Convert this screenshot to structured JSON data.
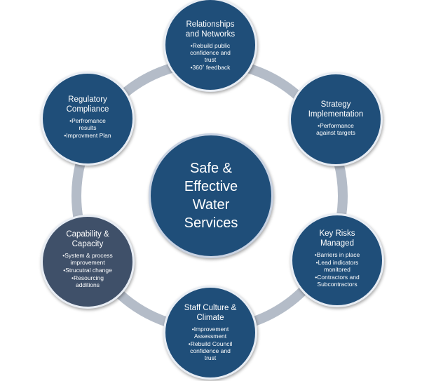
{
  "center": {
    "title": "Safe &\nEffective\nWater\nServices"
  },
  "nodes": [
    {
      "title": "Relationships\nand Networks",
      "bullets": [
        "Rebuild public\nconfidence and\ntrust",
        "360˚ feedback"
      ]
    },
    {
      "title": "Strategy\nImplementation",
      "bullets": [
        "Performance\nagainst targets"
      ]
    },
    {
      "title": "Key Risks\nManaged",
      "bullets": [
        "Barriers in place",
        "Lead indicators\nmonitored",
        "Contractors and\nSubcontractors"
      ]
    },
    {
      "title": "Staff Culture &\nClimate",
      "bullets": [
        "Improvement\nAssessment",
        "Rebuild Council\nconfidence and\ntrust"
      ]
    },
    {
      "title": "Capability &\nCapacity",
      "bullets": [
        "System & process\nimprovement",
        "Strucutral change",
        "Resourcing\nadditions"
      ]
    },
    {
      "title": "Regulatory\nCompliance",
      "bullets": [
        "Perfromance\nresults",
        "Improvment Plan"
      ]
    }
  ],
  "colors": {
    "node_blue": "#1f4e79",
    "node_grey": "#3f5069",
    "ring": "#b4bcc8"
  }
}
